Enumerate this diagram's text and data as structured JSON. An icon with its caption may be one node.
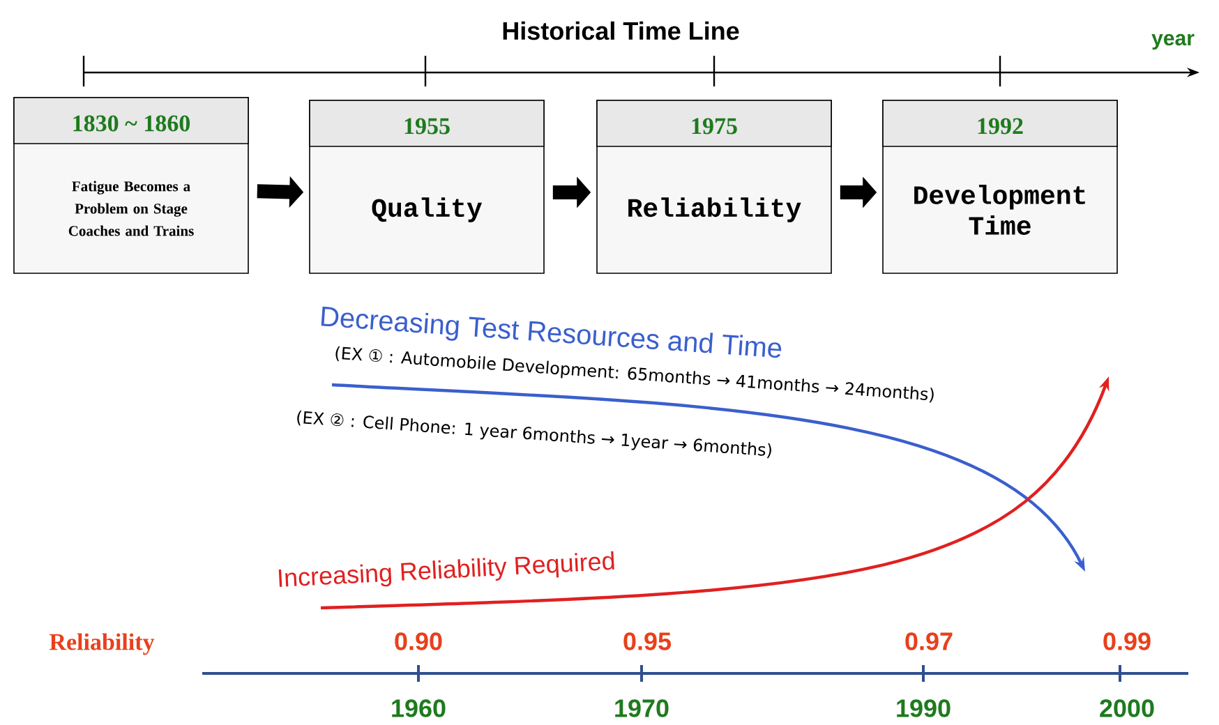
{
  "diagram": {
    "nodes": [
      {
        "text": [
          "1830 ~ 1860",
          "Fatigue Becomes a Problem on Stage Coaches and Trains"
        ]
      },
      {
        "text": [
          "1955",
          "Quality"
        ]
      },
      {
        "text": [
          "1975",
          "Reliability"
        ]
      },
      {
        "text": [
          "1992",
          "Development Time"
        ]
      }
    ],
    "edges": [
      {
        "from": 0,
        "to": 1,
        "arrow": "to"
      },
      {
        "from": 1,
        "to": 2,
        "arrow": "to"
      },
      {
        "from": 2,
        "to": 3,
        "arrow": "to"
      }
    ],
    "labels": [
      "Historical Time Line",
      "year",
      "Decreasing Test Resources and Time",
      "(EX ① : Automobile Development: 65months → 41months → 24months)",
      "(EX ② : Cell Phone: 1 year 6months → 1year → 6months)",
      "Increasing Reliability Required",
      "Reliability",
      "0.90",
      "0.95",
      "0.97",
      "0.99",
      "1960",
      "1970",
      "1990",
      "2000"
    ]
  }
}
